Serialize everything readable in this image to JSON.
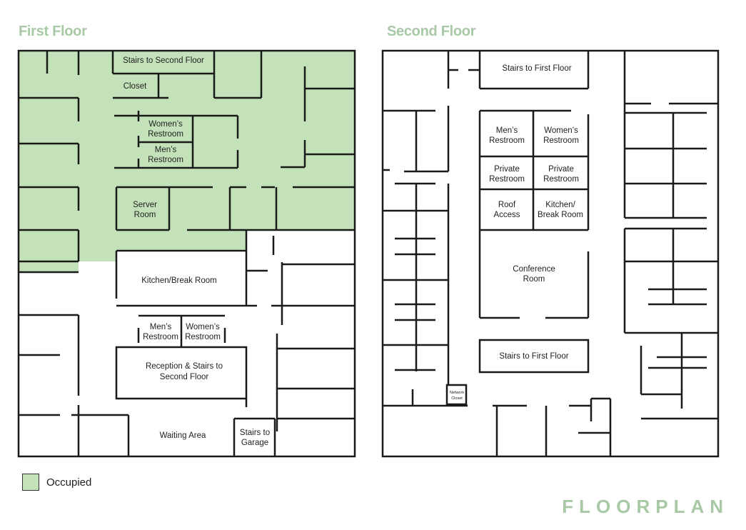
{
  "floors": [
    {
      "title": "First Floor"
    },
    {
      "title": "Second Floor"
    }
  ],
  "legend": {
    "label": "Occupied",
    "color": "#c3e2b9"
  },
  "brand": "FLOORPLAN",
  "colors": {
    "title": "#a9c9a6",
    "walls": "#1a1a1a",
    "occupied": "#c3e2b9"
  },
  "first_floor_rooms": {
    "stairs_second": "Stairs to Second Floor",
    "closet": "Closet",
    "womens_top_1": "Women’s",
    "womens_top_2": "Restroom",
    "mens_top_1": "Men’s",
    "mens_top_2": "Restroom",
    "server_1": "Server",
    "server_2": "Room",
    "kitchen": "Kitchen/Break Room",
    "mens_low_1": "Men’s",
    "mens_low_2": "Restroom",
    "womens_low_1": "Women’s",
    "womens_low_2": "Restroom",
    "reception_1": "Reception & Stairs to",
    "reception_2": "Second Floor",
    "waiting": "Waiting Area",
    "garage_1": "Stairs to",
    "garage_2": "Garage"
  },
  "second_floor_rooms": {
    "stairs_top": "Stairs to First Floor",
    "mens_1": "Men’s",
    "mens_2": "Restroom",
    "womens_1": "Women’s",
    "womens_2": "Restroom",
    "private_a_1": "Private",
    "private_a_2": "Restroom",
    "private_b_1": "Private",
    "private_b_2": "Restroom",
    "roof_1": "Roof",
    "roof_2": "Access",
    "kitchen_1": "Kitchen/",
    "kitchen_2": "Break Room",
    "conf_1": "Conference",
    "conf_2": "Room",
    "stairs_bottom": "Stairs to First Floor",
    "network_1": "Network",
    "network_2": "Closet"
  }
}
